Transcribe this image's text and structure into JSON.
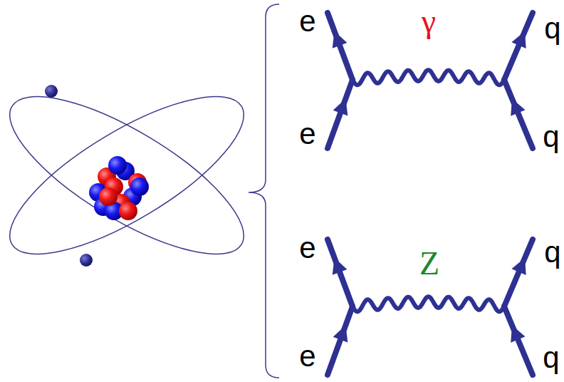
{
  "diagram": {
    "labels": [
      "e",
      "γ",
      "q",
      "e",
      "q",
      "e",
      "Z",
      "q",
      "e",
      "q"
    ]
  }
}
